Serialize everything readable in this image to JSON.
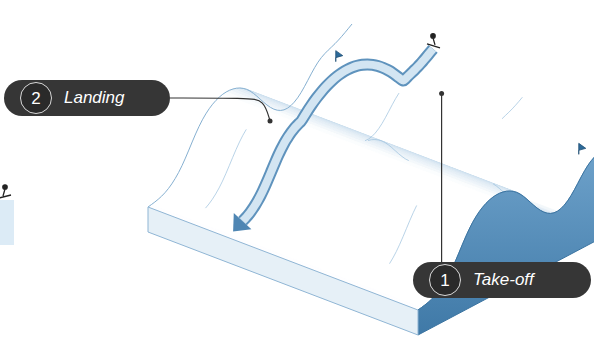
{
  "diagram": {
    "nodes": [
      {
        "text": [
          "2",
          "Landing"
        ]
      },
      {
        "text": [
          "1",
          "Take-off"
        ]
      }
    ]
  }
}
